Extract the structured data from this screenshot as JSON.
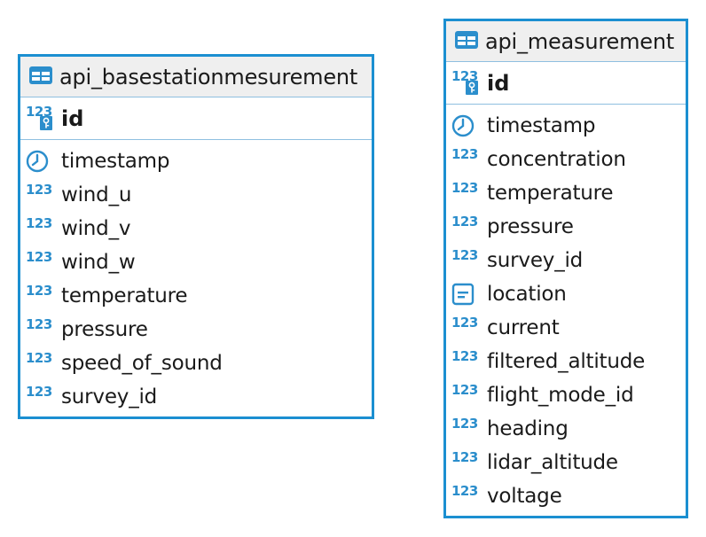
{
  "entities": [
    {
      "title": "api_basestationmesurement",
      "primary_key": "id",
      "columns": [
        {
          "name": "timestamp",
          "type_icon": "clock-icon"
        },
        {
          "name": "wind_u",
          "type_icon": "number-icon"
        },
        {
          "name": "wind_v",
          "type_icon": "number-icon"
        },
        {
          "name": "wind_w",
          "type_icon": "number-icon"
        },
        {
          "name": "temperature",
          "type_icon": "number-icon"
        },
        {
          "name": "pressure",
          "type_icon": "number-icon"
        },
        {
          "name": "speed_of_sound",
          "type_icon": "number-icon"
        },
        {
          "name": "survey_id",
          "type_icon": "number-icon"
        }
      ]
    },
    {
      "title": "api_measurement",
      "primary_key": "id",
      "columns": [
        {
          "name": "timestamp",
          "type_icon": "clock-icon"
        },
        {
          "name": "concentration",
          "type_icon": "number-icon"
        },
        {
          "name": "temperature",
          "type_icon": "number-icon"
        },
        {
          "name": "pressure",
          "type_icon": "number-icon"
        },
        {
          "name": "survey_id",
          "type_icon": "number-icon"
        },
        {
          "name": "location",
          "type_icon": "text-icon"
        },
        {
          "name": "current",
          "type_icon": "number-icon"
        },
        {
          "name": "filtered_altitude",
          "type_icon": "number-icon"
        },
        {
          "name": "flight_mode_id",
          "type_icon": "number-icon"
        },
        {
          "name": "heading",
          "type_icon": "number-icon"
        },
        {
          "name": "lidar_altitude",
          "type_icon": "number-icon"
        },
        {
          "name": "voltage",
          "type_icon": "number-icon"
        }
      ]
    }
  ],
  "number_icon_text": "123",
  "colors": {
    "border": "#1b8fd1",
    "icon": "#2b8ecc",
    "header_bg": "#efefef"
  }
}
